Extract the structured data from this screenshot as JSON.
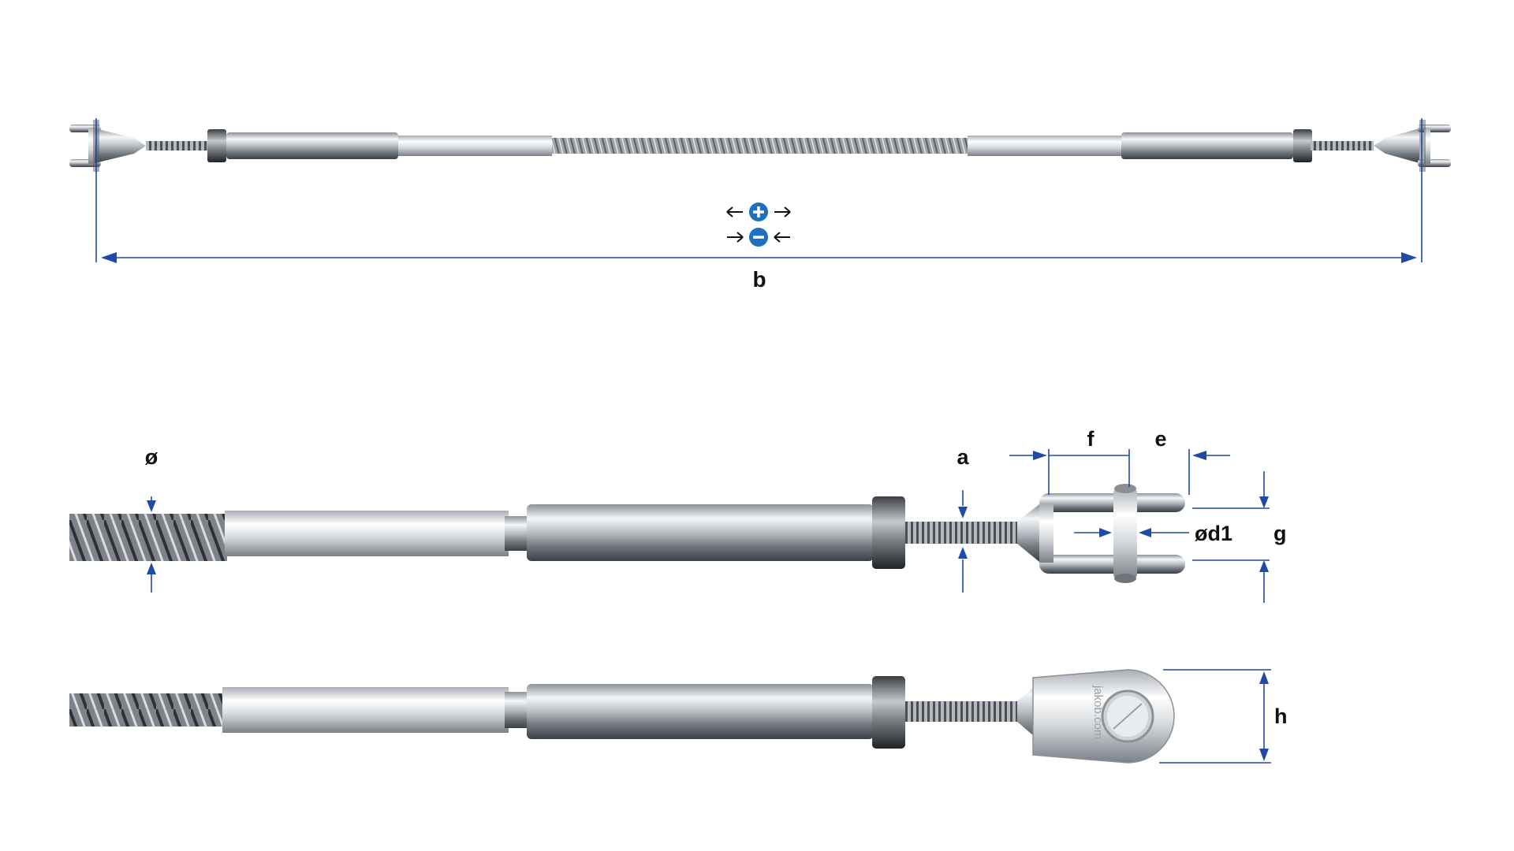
{
  "labels": {
    "b": "b",
    "diameter": "ø",
    "a": "a",
    "f": "f",
    "e": "e",
    "d1": "ød1",
    "g": "g",
    "h": "h"
  },
  "watermark": "jakob.com",
  "icons": {
    "extend": "plus-circle-icon",
    "shorten": "minus-circle-icon"
  },
  "colors": {
    "dimension_line": "#1f4aa8",
    "label": "#111111",
    "steel": "#c8ccd0"
  }
}
